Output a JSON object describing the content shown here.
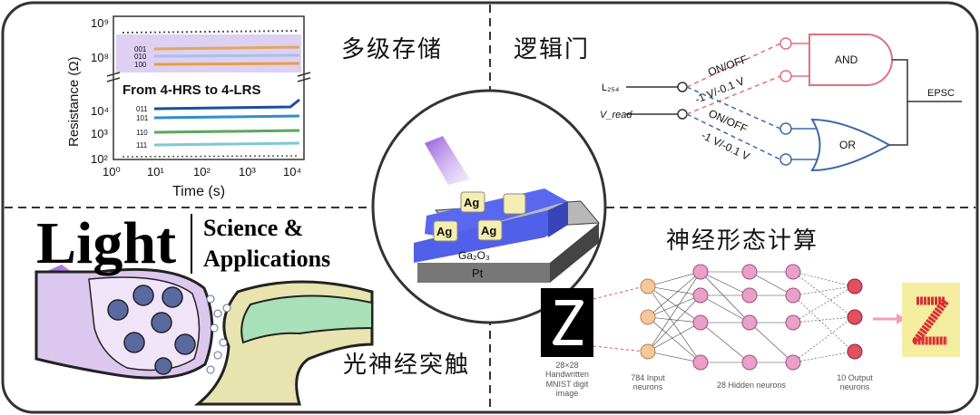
{
  "quadrants": {
    "top_left": "多级存储",
    "top_right": "逻辑门",
    "bottom_right": "神经形态计算",
    "bottom_left": "光神经突触"
  },
  "journal": {
    "word": "Light",
    "line1": "Science &",
    "line2": "Applications"
  },
  "resistance_plot": {
    "title": "From 4-HRS to 4-LRS",
    "ylabel": "Resistance (Ω)",
    "xlabel": "Time (s)",
    "x_ticks": [
      "10⁰",
      "10¹",
      "10²",
      "10³",
      "10⁴"
    ],
    "y_ticks_top": [
      "10⁹",
      "10⁸"
    ],
    "y_ticks_bottom": [
      "10⁴",
      "10³",
      "10²"
    ],
    "states_hrs": [
      "001",
      "010",
      "100"
    ],
    "states_lrs": [
      "011",
      "101",
      "110",
      "111"
    ],
    "colors": {
      "band": "#d8c8f0",
      "s1": "#1a4fa0",
      "s2": "#2f8fd0",
      "s3": "#5aa860",
      "s4": "#7fc8d8",
      "hrs": "#e6a040"
    }
  },
  "device": {
    "electrode": "Ag",
    "layer": "Ga₂O₃",
    "substrate": "Pt",
    "colors": {
      "top": "#5060e8",
      "side": "#3844b8",
      "pt_top": "#b8b8b8",
      "pt_side": "#555555"
    }
  },
  "logic": {
    "input1": "L₂₅₄",
    "input2": "V_read",
    "switch1": "ON/OFF",
    "bias1": "-1 V/-0.1 V",
    "switch2": "ON/OFF",
    "bias2": "-1 V/-0.1 V",
    "gate1": "AND",
    "gate2": "OR",
    "output": "EPSC",
    "colors": {
      "and": "#e07080",
      "or": "#3a6aa8"
    }
  },
  "network": {
    "input_label": [
      "28×28",
      "Handwritten",
      "MNIST digit",
      "image"
    ],
    "input_neurons": [
      "784 Input",
      "neurons"
    ],
    "hidden_neurons": "28 Hidden neurons",
    "output_neurons": [
      "10 Output",
      "neurons"
    ],
    "colors": {
      "input": "#f3c89a",
      "hidden": "#e8a0c8",
      "output": "#e05060",
      "digit_bg": "#f5eda0",
      "digit": "#d83030"
    }
  }
}
